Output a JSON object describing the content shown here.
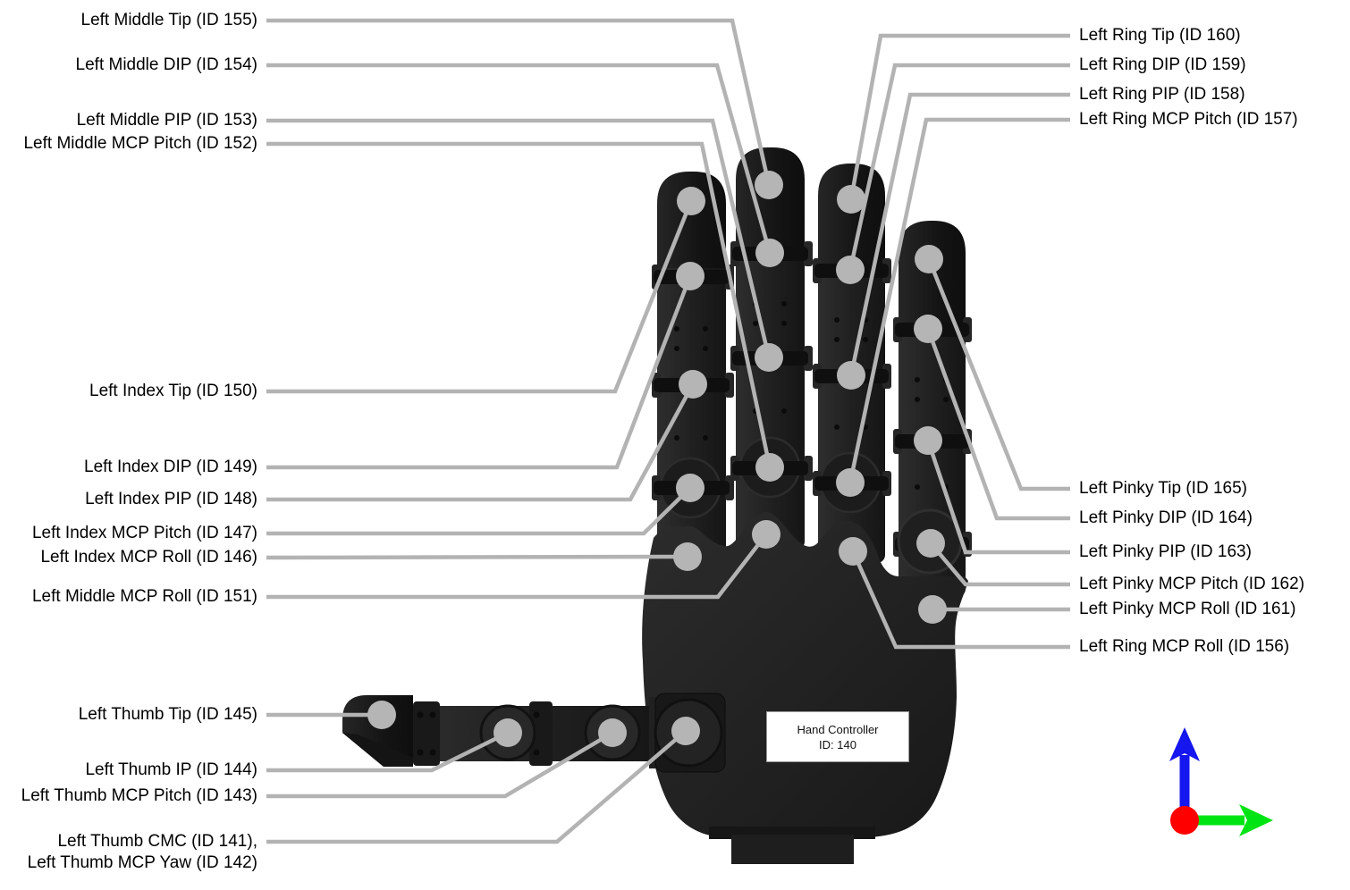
{
  "labels": {
    "left": [
      "Left Middle Tip (ID 155)",
      "Left Middle DIP (ID 154)",
      "Left Middle PIP (ID 153)",
      "Left Middle MCP Pitch (ID 152)",
      "Left Index Tip (ID 150)",
      "Left Index DIP (ID 149)",
      "Left Index PIP (ID 148)",
      "Left Index MCP Pitch (ID 147)",
      "Left Index MCP Roll (ID 146)",
      "Left Middle MCP Roll (ID 151)",
      "Left Thumb Tip (ID 145)",
      "Left Thumb IP (ID 144)",
      "Left Thumb MCP Pitch (ID 143)",
      "Left Thumb CMC (ID 141),",
      "Left Thumb MCP Yaw (ID 142)"
    ],
    "right": [
      "Left Ring Tip (ID 160)",
      "Left Ring DIP (ID 159)",
      "Left Ring PIP (ID 158)",
      "Left Ring MCP Pitch (ID 157)",
      "Left Pinky Tip (ID 165)",
      "Left Pinky DIP (ID 164)",
      "Left Pinky PIP (ID 163)",
      "Left Pinky MCP Pitch (ID 162)",
      "Left Pinky MCP Roll (ID 161)",
      "Left Ring MCP Roll (ID 156)"
    ]
  },
  "controller": {
    "line1": "Hand Controller",
    "line2": "ID: 140"
  },
  "colors": {
    "leader_line": "#b3b3b3",
    "joint_marker": "#b5b5b5",
    "hand_body": "#1e1e1e",
    "axis_up": "#1616ee",
    "axis_right": "#00e414",
    "axis_origin": "#ff0000"
  }
}
